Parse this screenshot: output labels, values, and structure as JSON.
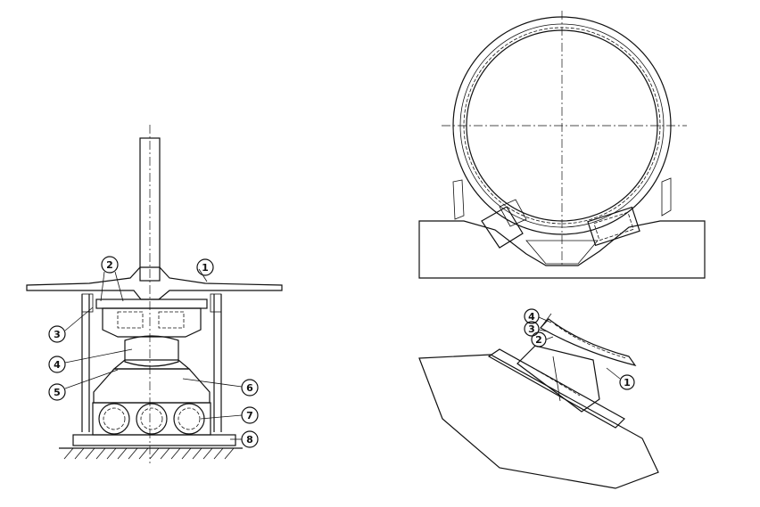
{
  "bearing_section": {
    "callouts": [
      {
        "id": "c1",
        "text": "1"
      },
      {
        "id": "c2",
        "text": "2"
      },
      {
        "id": "c3",
        "text": "3"
      },
      {
        "id": "c4",
        "text": "4"
      },
      {
        "id": "c5",
        "text": "5"
      },
      {
        "id": "c6",
        "text": "6"
      },
      {
        "id": "c7",
        "text": "7"
      },
      {
        "id": "c8",
        "text": "8"
      }
    ]
  },
  "detail_view": {
    "callouts": [
      {
        "id": "d1",
        "text": "1"
      },
      {
        "id": "d2",
        "text": "2"
      },
      {
        "id": "d3",
        "text": "3"
      },
      {
        "id": "d4",
        "text": "4"
      }
    ]
  }
}
